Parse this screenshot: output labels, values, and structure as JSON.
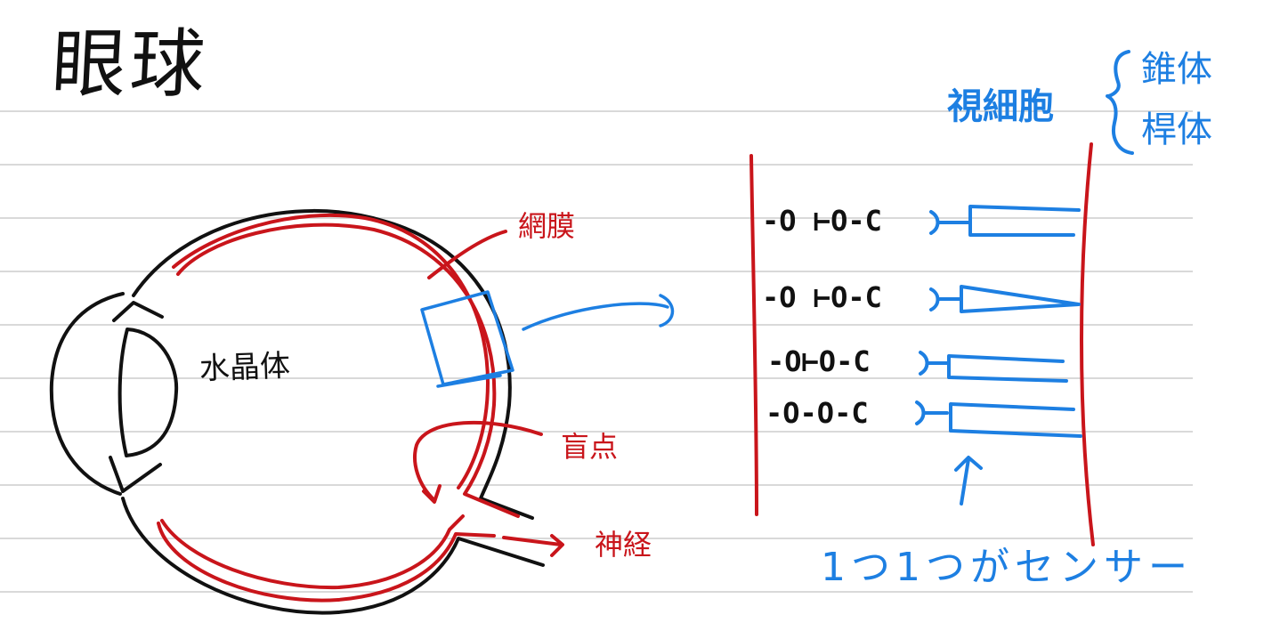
{
  "title": "眼球",
  "eye": {
    "lens_label": "水晶体",
    "retina_label": "網膜",
    "blind_spot_label": "盲点",
    "nerve_label": "神経"
  },
  "photoreceptor": {
    "heading": "視細胞",
    "types": [
      "錐体",
      "桿体"
    ],
    "chains": [
      "-O ⊢O-C",
      "-O ⊢O-C",
      "-O⊢O-C",
      "-O-O-C"
    ],
    "sensor_note": "1つ1つがセンサー"
  },
  "colors": {
    "ink": "#111111",
    "red": "#c9151b",
    "blue": "#1d7fe2",
    "rule_line": "#d9d9d9"
  }
}
